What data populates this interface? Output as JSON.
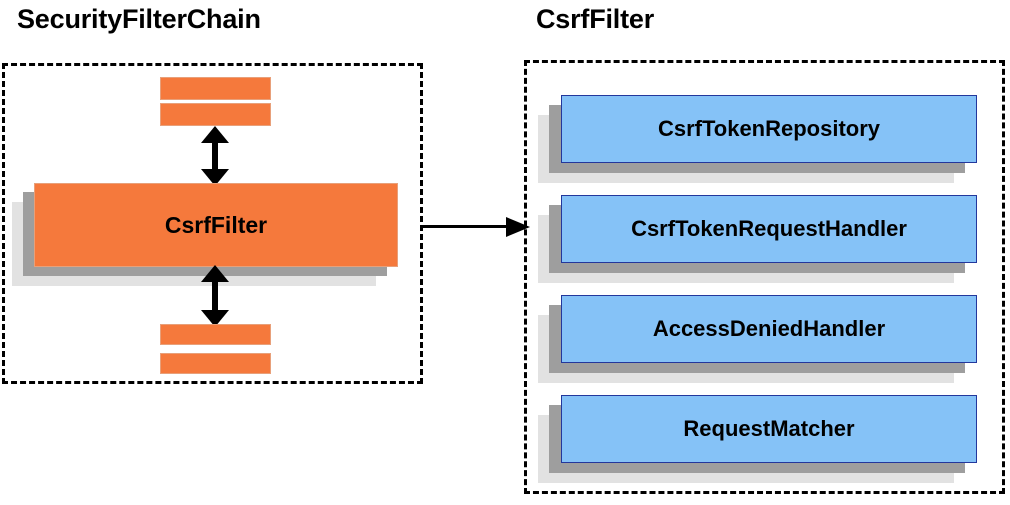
{
  "diagram": {
    "left_panel": {
      "title": "SecurityFilterChain",
      "container_name": "security-filter-chain-box",
      "main_card": "CsrfFilter",
      "filter_bars": [
        {
          "name": "filter-bar-top-1",
          "label": ""
        },
        {
          "name": "filter-bar-top-2",
          "label": ""
        },
        {
          "name": "filter-bar-bottom-1",
          "label": ""
        },
        {
          "name": "filter-bar-bottom-2",
          "label": ""
        }
      ]
    },
    "right_panel": {
      "title": "CsrfFilter",
      "container_name": "csrf-filter-box",
      "components": [
        {
          "label": "CsrfTokenRepository"
        },
        {
          "label": "CsrfTokenRequestHandler"
        },
        {
          "label": "AccessDeniedHandler"
        },
        {
          "label": "RequestMatcher"
        }
      ]
    },
    "connectors": {
      "panel_link": "arrow-right",
      "chain_up": "double-arrow-vertical",
      "chain_down": "double-arrow-vertical"
    },
    "colors": {
      "orange_fill": "#f5793c",
      "orange_border": "#e8a07a",
      "blue_fill": "#85c2f7",
      "blue_border": "#23379c",
      "shadow_dark": "#9e9e9e",
      "shadow_light": "#e2e2e2",
      "outline": "#000000",
      "background": "#ffffff"
    }
  }
}
